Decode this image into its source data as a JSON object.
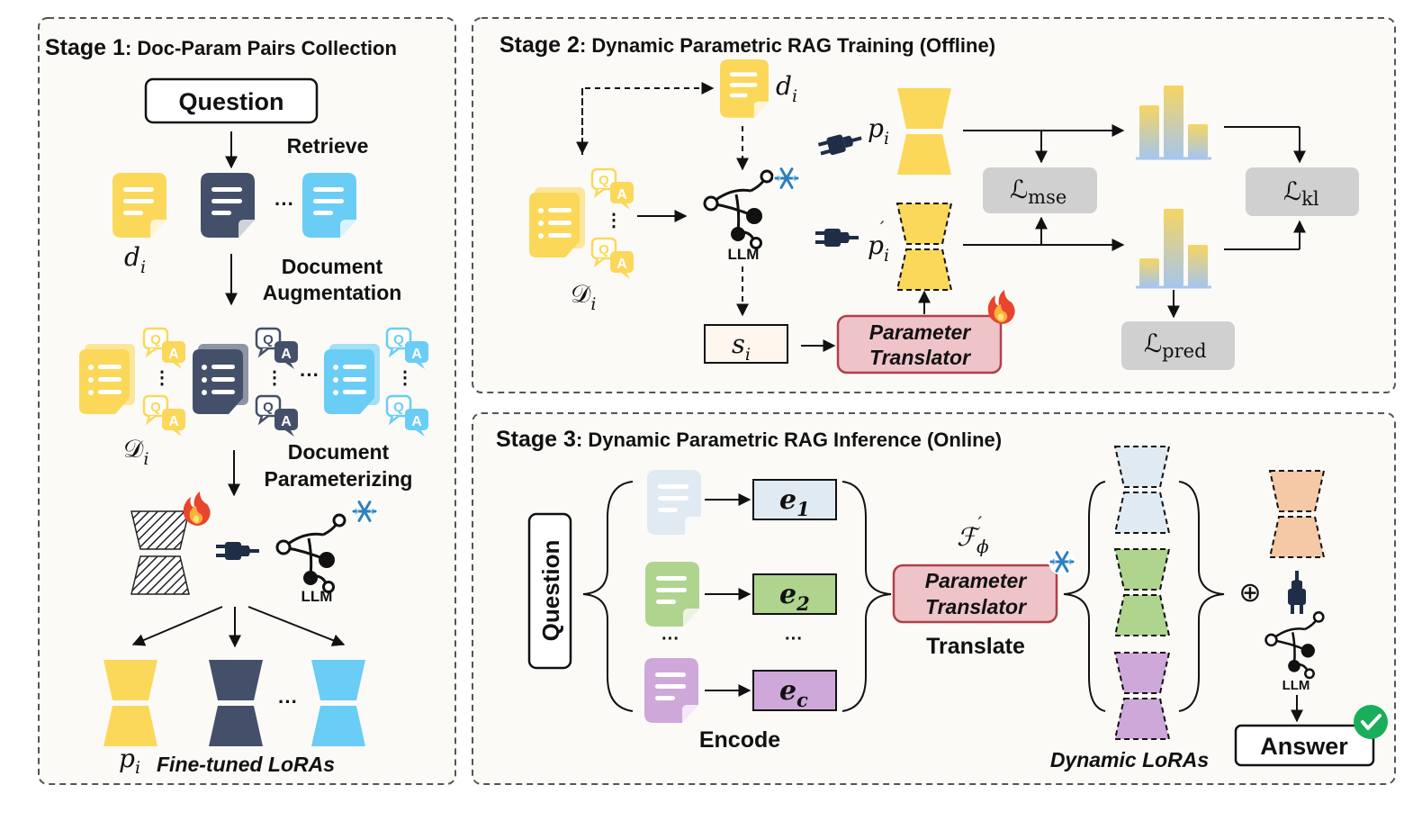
{
  "stage1": {
    "title_num": "Stage 1",
    "title_rest": ": Doc-Param Pairs Collection",
    "question": "Question",
    "retrieve": "Retrieve",
    "d_base": "d",
    "d_sub": "i",
    "ellipsis": "···",
    "aug_line1": "Document",
    "aug_line2": "Augmentation",
    "D_base": "𝒟",
    "D_sub": "i",
    "param_line1": "Document",
    "param_line2": "Parameterizing",
    "llm": "LLM",
    "p_base": "p",
    "p_sub": "i",
    "loras": "Fine-tuned LoRAs",
    "qa_q": "Q",
    "qa_a": "A"
  },
  "stage2": {
    "title_num": "Stage 2",
    "title_rest": ": Dynamic Parametric RAG Training (Offline)",
    "d_base": "d",
    "d_sub": "i",
    "D_base": "𝒟",
    "D_sub": "i",
    "llm": "LLM",
    "s_base": "s",
    "s_sub": "i",
    "translator_l1": "Parameter",
    "translator_l2": "Translator",
    "p_base": "p",
    "p_sub": "i",
    "p_prime_base": "p",
    "p_prime_sub": "i",
    "prime": "′",
    "l_mse_base": "ℒ",
    "l_mse_sub": "mse",
    "l_kl_base": "ℒ",
    "l_kl_sub": "kl",
    "l_pred_base": "ℒ",
    "l_pred_sub": "pred"
  },
  "stage3": {
    "title_num": "Stage 3",
    "title_rest": ": Dynamic Parametric RAG Inference (Online)",
    "question": "Question",
    "e1_base": "e",
    "e1_sub": "1",
    "e2_base": "e",
    "e2_sub": "2",
    "ec_base": "e",
    "ec_sub": "c",
    "ellipsis": "···",
    "encode": "Encode",
    "f_base": "ℱ",
    "f_sub": "ϕ",
    "f_prime": "′",
    "translator_l1": "Parameter",
    "translator_l2": "Translator",
    "translate": "Translate",
    "loras": "Dynamic LoRAs",
    "oplus": "⊕",
    "llm": "LLM",
    "answer": "Answer"
  },
  "colors": {
    "yellow": "#FBD85A",
    "dark_navy": "#44506A",
    "sky_blue": "#69CDF6",
    "translator_fill": "#EEC4C8",
    "translator_stroke": "#B0404A",
    "loss_grey": "#D0D0D0",
    "pale_blue": "#E0EAF2",
    "green": "#AFD48E",
    "purple": "#CFA8DA",
    "peach": "#F5C9A6",
    "check_green": "#1AAE5A"
  }
}
